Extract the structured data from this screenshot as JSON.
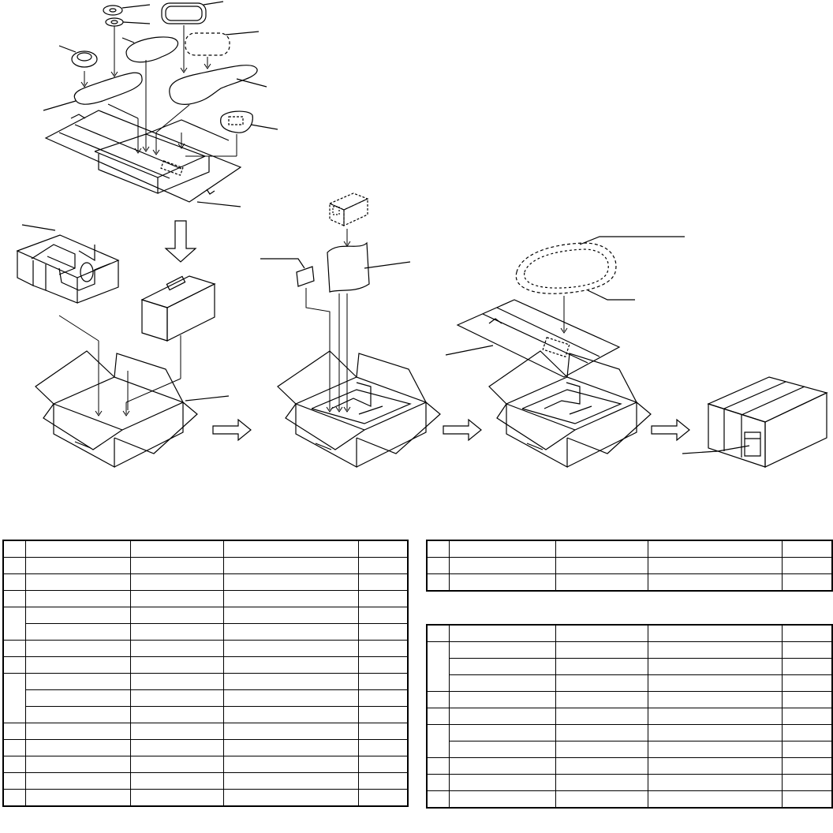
{
  "document": {
    "type": "packing-exploded-diagram",
    "visible_text": []
  },
  "tables": {
    "left": {
      "rows": 15,
      "columns": 5,
      "merged_first_column_groups": [
        [
          4,
          5
        ],
        [
          8,
          10
        ]
      ]
    },
    "right_top": {
      "rows": 3,
      "columns": 5
    },
    "right_bottom": {
      "rows": 11,
      "columns": 5,
      "merged_first_column_groups": [
        [
          2,
          4
        ],
        [
          7,
          8
        ]
      ]
    }
  }
}
